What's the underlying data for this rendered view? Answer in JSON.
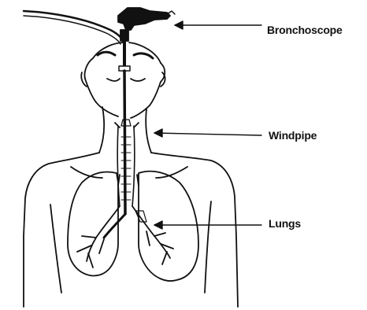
{
  "labels": {
    "bronchoscope": "Bronchoscope",
    "windpipe": "Windpipe",
    "lungs": "Lungs"
  },
  "colors": {
    "ink": "#111111",
    "background": "#ffffff"
  }
}
